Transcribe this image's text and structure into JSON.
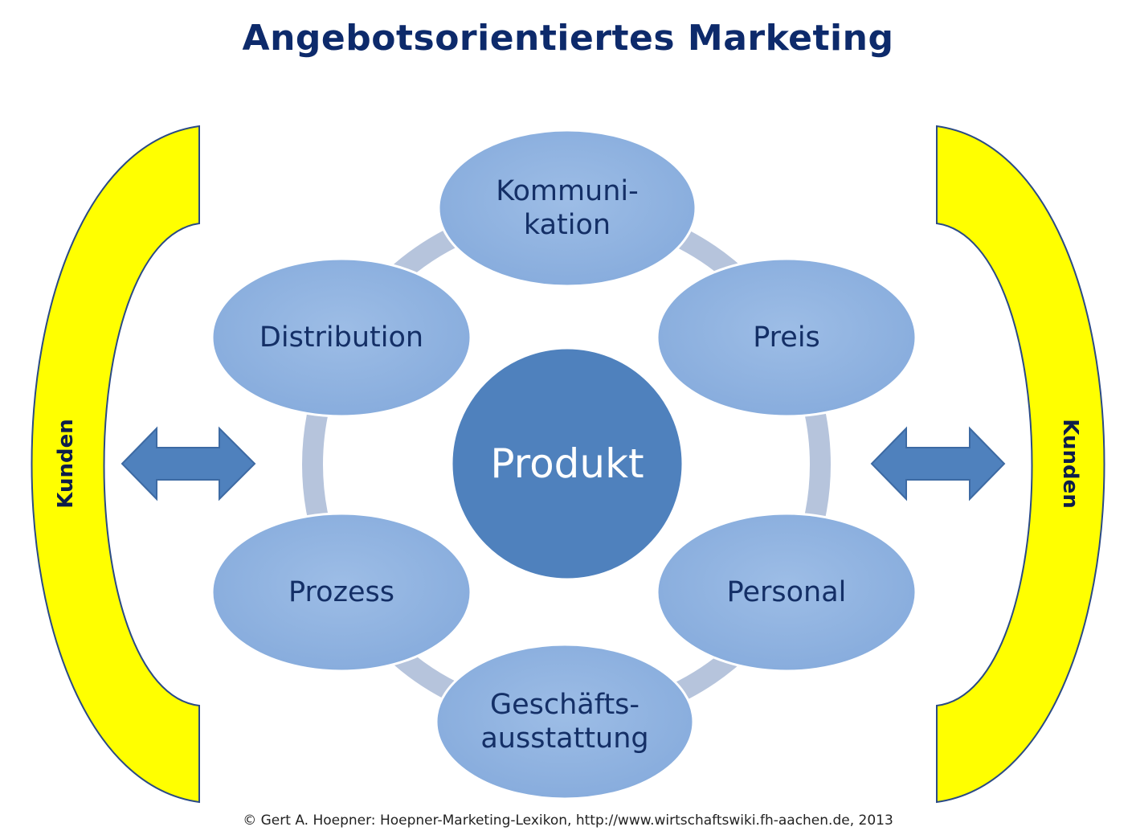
{
  "title": "Angebotsorientiertes Marketing",
  "center": "Produkt",
  "nodes": {
    "kommunikation": "Kommuni-\nkation",
    "preis": "Preis",
    "personal": "Personal",
    "geschaeft": "Geschäfts-\nausstattung",
    "prozess": "Prozess",
    "distribution": "Distribution"
  },
  "side_left": "Kunden",
  "side_right": "Kunden",
  "footer": "© Gert A. Hoepner: Hoepner-Marketing-Lexikon, http://www.wirtschaftswiki.fh-aachen.de, 2013",
  "colors": {
    "title": "#0d2a6b",
    "node_fill": "#8eb2e0",
    "center_fill": "#4f81bd",
    "bracket_fill": "#ffff00",
    "connector": "#b6c4dc",
    "arrow_fill": "#4f81bd"
  }
}
